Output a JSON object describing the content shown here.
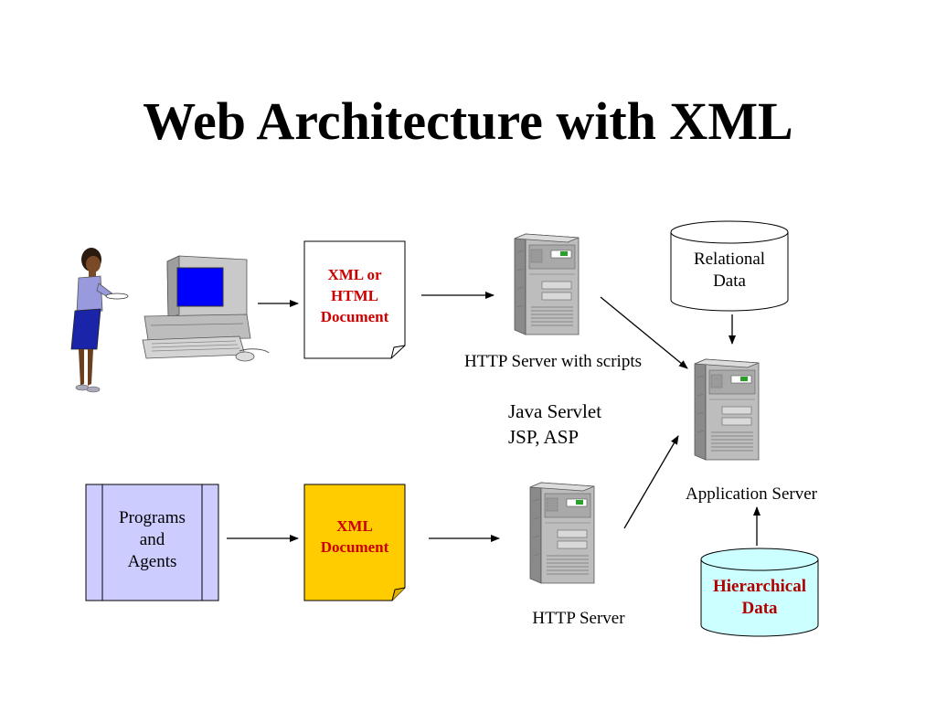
{
  "title": "Web Architecture with XML",
  "nodes": {
    "doc_html": {
      "lines": [
        "XML or",
        "HTML",
        "Document"
      ]
    },
    "doc_xml": {
      "lines": [
        "XML",
        "Document"
      ]
    },
    "programs": {
      "lines": [
        "Programs",
        "and",
        "Agents"
      ]
    },
    "relational": {
      "lines": [
        "Relational",
        "Data"
      ]
    },
    "hierarchical": {
      "lines": [
        "Hierarchical",
        "Data"
      ]
    },
    "http_scripts": {
      "label": "HTTP Server with scripts"
    },
    "servlet": {
      "lines": [
        "Java Servlet",
        "JSP, ASP"
      ]
    },
    "app_server": {
      "label": "Application Server"
    },
    "http_server": {
      "label": "HTTP Server"
    }
  },
  "colors": {
    "doc_label": "#cc0000",
    "xml_doc_fill": "#ffcc00",
    "programs_fill": "#ccccff",
    "hierarchical_fill": "#ccffff",
    "monitor_screen": "#0000ff",
    "server_body": "#c0c0c0"
  },
  "icons": [
    "person-icon",
    "computer-icon",
    "server-icon",
    "database-icon"
  ]
}
